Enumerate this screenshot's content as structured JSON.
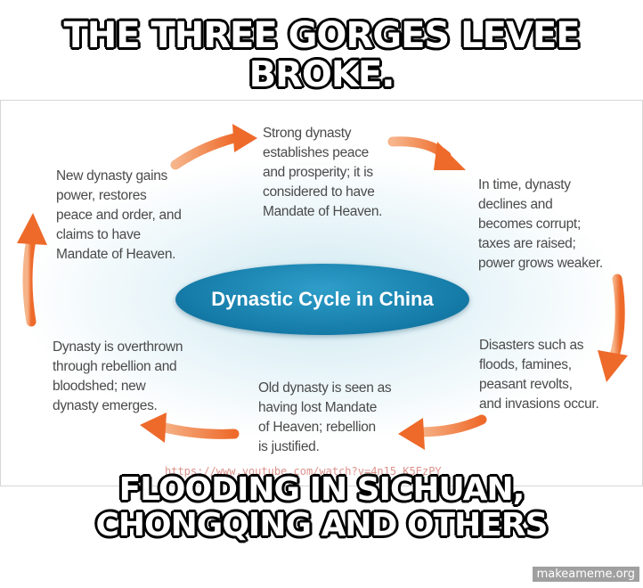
{
  "meme": {
    "top_caption": "THE THREE GORGES LEVEE BROKE.",
    "bottom_caption_line1": "FLOODING IN SICHUAN,",
    "bottom_caption_line2": "CHONGQING AND OTHERS",
    "watermark": "makeameme.org"
  },
  "diagram": {
    "center_title": "Dynastic Cycle in China",
    "arrow_color": "#f07a3a",
    "center_color": "#1479a6",
    "nodes": {
      "strong": [
        "Strong dynasty",
        "establishes peace",
        "and prosperity; it is",
        "considered to have",
        "Mandate of Heaven."
      ],
      "declines": [
        "In time, dynasty",
        "declines and",
        "becomes corrupt;",
        "taxes are raised;",
        "power grows weaker."
      ],
      "disasters": [
        "Disasters such as",
        "floods, famines,",
        "peasant revolts,",
        "and invasions occur."
      ],
      "lost_mandate": [
        "Old dynasty is seen as",
        "having lost Mandate",
        "of Heaven; rebellion",
        "is justified."
      ],
      "overthrown": [
        "Dynasty is overthrown",
        "through rebellion and",
        "bloodshed; new",
        "dynasty emerges."
      ],
      "new_dynasty": [
        "New dynasty gains",
        "power, restores",
        "peace and order, and",
        "claims to have",
        "Mandate of Heaven."
      ]
    },
    "url_text": "https://www.youtube.com/watch?v=4n15_K5EzPY"
  }
}
